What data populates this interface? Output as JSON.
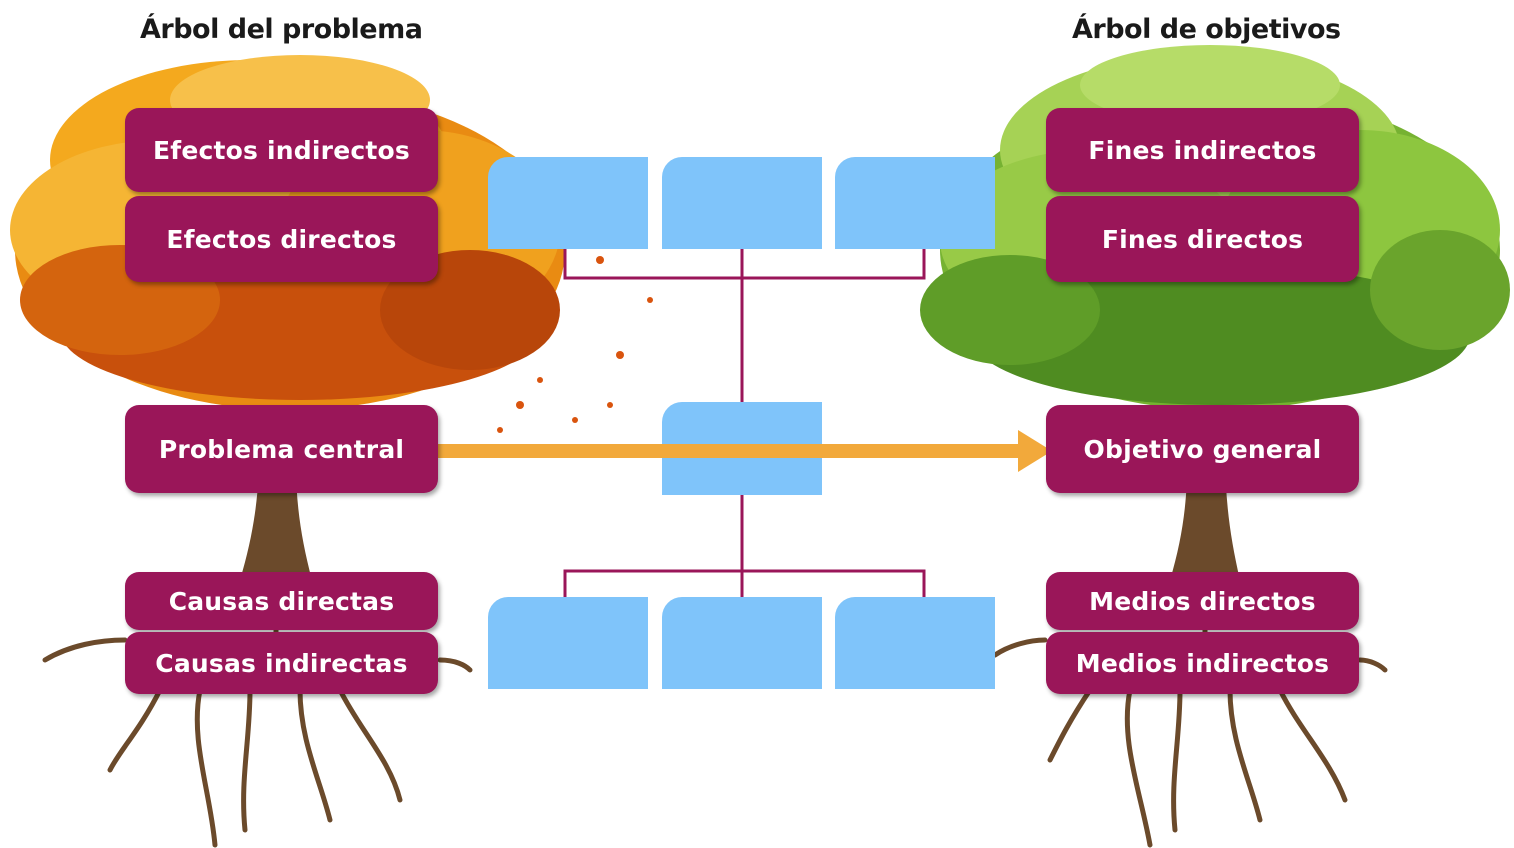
{
  "titles": {
    "problem_tree": "Árbol del problema",
    "objective_tree": "Árbol de objetivos"
  },
  "problem_tree": {
    "indirect_effects": "Efectos indirectos",
    "direct_effects": "Efectos directos",
    "central_problem": "Problema central",
    "direct_causes": "Causas directas",
    "indirect_causes": "Causas indirectas"
  },
  "objective_tree": {
    "indirect_ends": "Fines indirectos",
    "direct_ends": "Fines directos",
    "general_objective": "Objetivo general",
    "direct_means": "Medios directos",
    "indirect_means": "Medios indirectos"
  },
  "colors": {
    "label_bg": "#9a1659",
    "box_fill": "#7fc4fa",
    "connector": "#9a1659",
    "arrow": "#f2a93b",
    "autumn_foliage": "#f0a11e",
    "green_foliage": "#8dc63f",
    "trunk": "#6b4a2b"
  }
}
